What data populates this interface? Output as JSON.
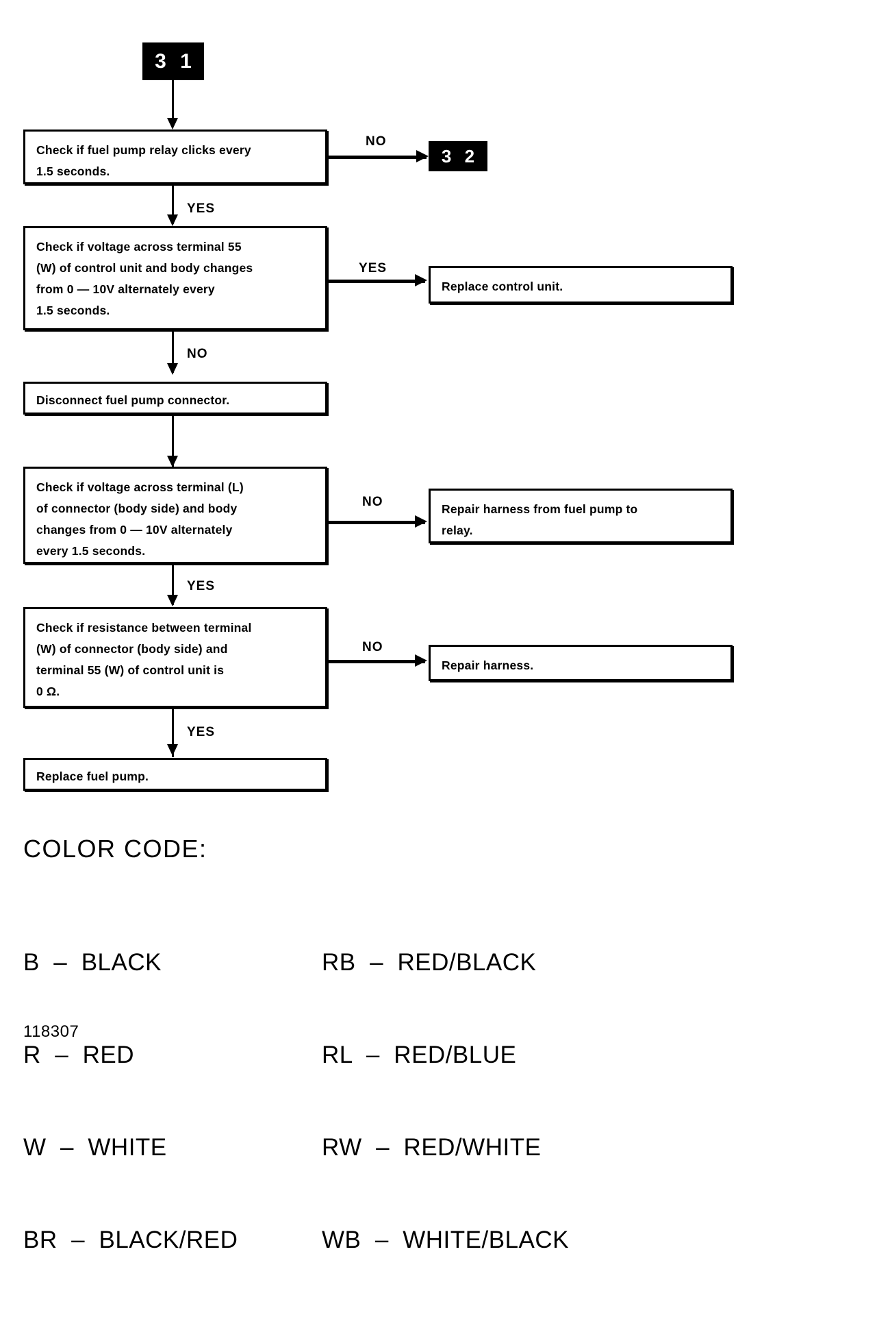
{
  "document": {
    "type": "troubleshooting-flowchart",
    "figure_id": "118307",
    "ink_color": "#000000",
    "paper_color": "#ffffff"
  },
  "entry_badge": {
    "label": "3 1"
  },
  "exit_badge": {
    "label": "3 2"
  },
  "nodes": {
    "check_relay_click": {
      "line1": "Check if fuel pump relay clicks every",
      "line2": "1.5 seconds."
    },
    "check_voltage_terminal55": {
      "line1": "Check if voltage across terminal 55",
      "line2": "(W) of control unit and body changes",
      "line3": "from 0 — 10V alternately every",
      "line4": "1.5 seconds."
    },
    "replace_control_unit": {
      "line1": "Replace control unit."
    },
    "disconnect_connector": {
      "line1": "Disconnect fuel pump connector."
    },
    "check_voltage_terminal_l": {
      "line1": "Check if voltage across terminal (L)",
      "line2": "of connector (body side) and body",
      "line3": "changes from 0 — 10V alternately",
      "line4": "every 1.5 seconds."
    },
    "repair_harness_pump_to_relay": {
      "line1": "Repair harness from fuel pump to",
      "line2": "relay."
    },
    "check_resistance": {
      "line1": "Check if resistance between terminal",
      "line2": "(W) of connector (body side) and",
      "line3": "terminal 55 (W) of control unit is",
      "line4": "0 Ω."
    },
    "repair_harness": {
      "line1": "Repair harness."
    },
    "replace_fuel_pump": {
      "line1": "Replace fuel pump."
    }
  },
  "branches": {
    "relay_no": "NO",
    "relay_yes": "YES",
    "voltage55_yes": "YES",
    "voltage55_no": "NO",
    "voltage_l_no": "NO",
    "voltage_l_yes": "YES",
    "resistance_no": "NO",
    "resistance_yes": "YES"
  },
  "legend": {
    "title": "COLOR CODE:",
    "left_column": [
      "B  –  BLACK",
      "R  –  RED",
      "W  –  WHITE",
      "BR  –  BLACK/RED"
    ],
    "right_column": [
      "RB  –  RED/BLACK",
      "RL  –  RED/BLUE",
      "RW  –  RED/WHITE",
      "WB  –  WHITE/BLACK"
    ]
  }
}
